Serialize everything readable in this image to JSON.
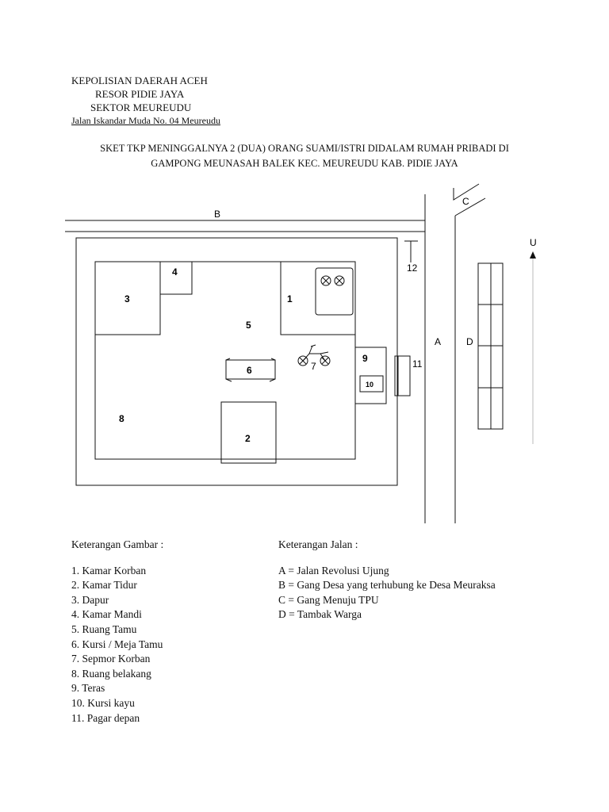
{
  "header": {
    "line1": "KEPOLISIAN DAERAH ACEH",
    "line2": "RESOR PIDIE JAYA",
    "line3": "SEKTOR MEUREUDU",
    "address": "Jalan Iskandar Muda No. 04 Meureudu"
  },
  "title": {
    "line1": "SKET TKP MENINGGALNYA 2 (DUA) ORANG SUAMI/ISTRI DIDALAM RUMAH PRIBADI DI",
    "line2": "GAMPONG MEUNASAH BALEK KEC. MEUREUDU KAB. PIDIE JAYA"
  },
  "map": {
    "road_a": "A",
    "road_b": "B",
    "road_c": "C",
    "road_d": "D",
    "north": "U",
    "n1": "1",
    "n2": "2",
    "n3": "3",
    "n4": "4",
    "n5": "5",
    "n6": "6",
    "n7": "7",
    "n8": "8",
    "n9": "9",
    "n10": "10",
    "n11": "11",
    "n12": "12"
  },
  "legend_gambar": {
    "heading": "Keterangan Gambar :",
    "items": [
      "1. Kamar Korban",
      "2. Kamar Tidur",
      "3. Dapur",
      "4. Kamar Mandi",
      "5. Ruang Tamu",
      "6. Kursi / Meja Tamu",
      "7. Sepmor Korban",
      "8. Ruang belakang",
      "9. Teras",
      "10. Kursi kayu",
      "11. Pagar depan"
    ]
  },
  "legend_jalan": {
    "heading": "Keterangan Jalan :",
    "items": [
      "A = Jalan Revolusi Ujung",
      "B = Gang Desa yang terhubung ke Desa Meuraksa",
      "C = Gang Menuju TPU",
      "D = Tambak Warga"
    ]
  }
}
